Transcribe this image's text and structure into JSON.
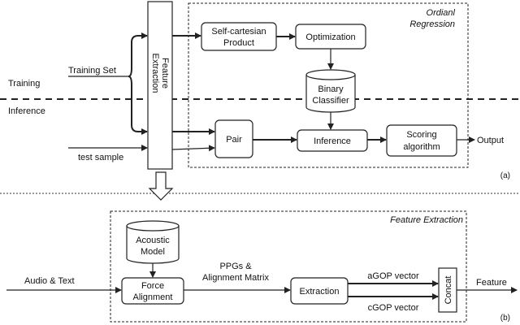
{
  "top": {
    "section_title_line1": "Ordianl",
    "section_title_line2": "Regression",
    "training_label": "Training",
    "inference_label": "Inference",
    "training_set_label": "Training Set",
    "test_sample_label": "test sample",
    "feature_extraction_line1": "Feature",
    "feature_extraction_line2": "Extraction",
    "self_cartesian_line1": "Self-cartesian",
    "self_cartesian_line2": "Product",
    "optimization": "Optimization",
    "binary_line1": "Binary",
    "binary_line2": "Classifier",
    "pair": "Pair",
    "inference_box": "Inference",
    "scoring_line1": "Scoring",
    "scoring_line2": "algorithm",
    "output": "Output",
    "panel_tag": "(a)"
  },
  "bottom": {
    "section_title": "Feature Extraction",
    "acoustic_line1": "Acoustic",
    "acoustic_line2": "Model",
    "audio_text": "Audio & Text",
    "force_line1": "Force",
    "force_line2": "Alignment",
    "ppgs_line1": "PPGs &",
    "ppgs_line2": "Alignment Matrix",
    "extraction": "Extraction",
    "agop": "aGOP vector",
    "cgop": "cGOP vector",
    "concat": "Concat",
    "feature": "Feature",
    "panel_tag": "(b)"
  }
}
